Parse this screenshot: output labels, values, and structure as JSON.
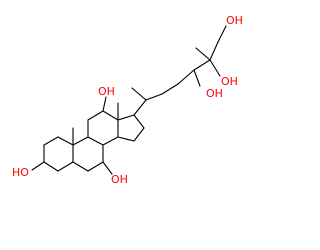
{
  "molecule": {
    "labels": {
      "oh_c3": "HO",
      "oh_c7": "OH",
      "oh_c12": "OH",
      "oh_c24": "OH",
      "oh_c25": "OH",
      "oh_c26": "OH"
    }
  },
  "colors": {
    "bond": "#000000",
    "heteroatom": "#ff0000",
    "background": "#ffffff"
  }
}
